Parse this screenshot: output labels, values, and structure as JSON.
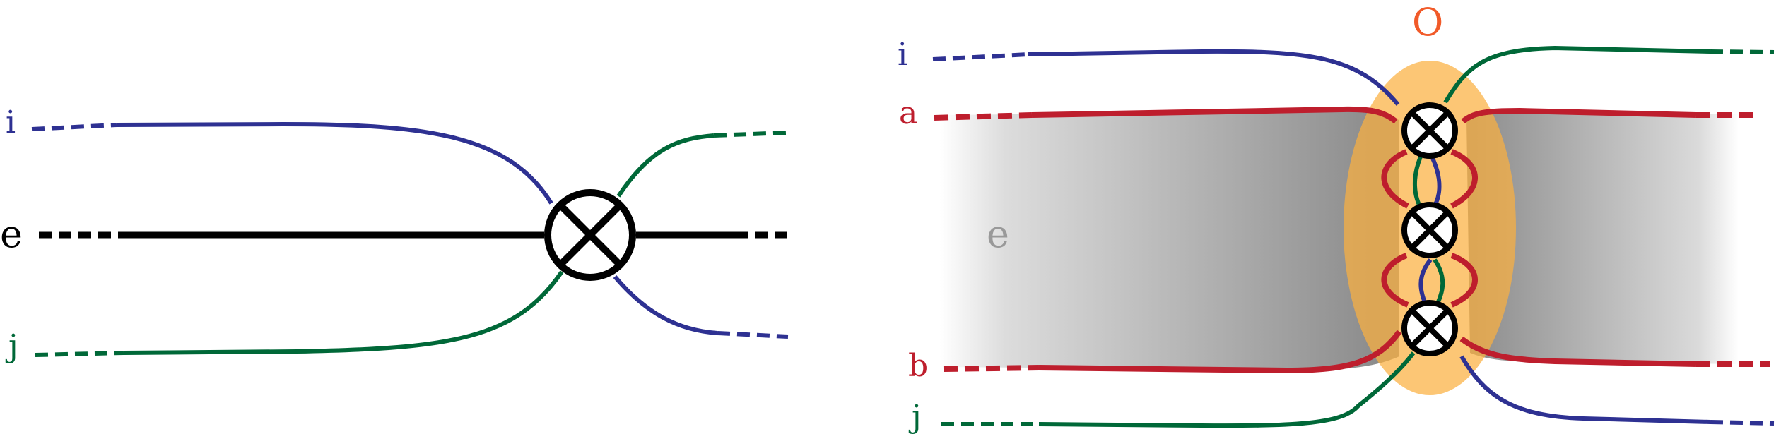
{
  "colors": {
    "blue": "#2E3192",
    "green": "#006838",
    "red": "#BE1E2D",
    "black": "#000000",
    "orange_blob": "#FBB040",
    "orange_label": "#F15A29",
    "gray_label": "#999999",
    "band_dark": "#8C8C8C"
  },
  "left_diagram": {
    "labels": {
      "i": "i",
      "e": "e",
      "j": "j"
    },
    "vertex_icon": "circled-times"
  },
  "right_diagram": {
    "labels": {
      "O": "O",
      "i": "i",
      "a": "a",
      "e": "e",
      "b": "b",
      "j": "j"
    },
    "vertex_count": 3,
    "vertex_icon": "circled-times"
  }
}
